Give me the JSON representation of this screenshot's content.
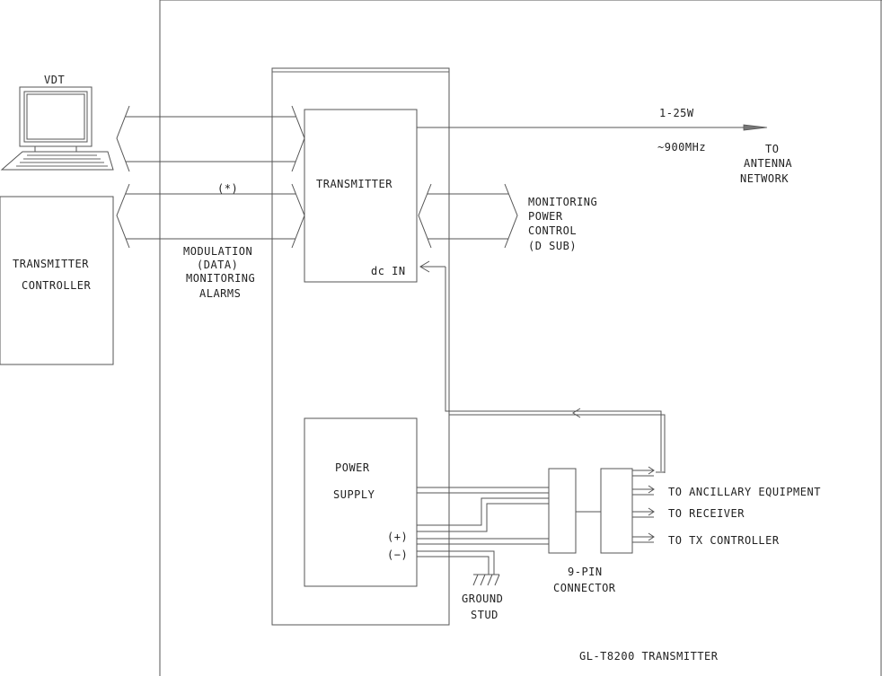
{
  "labels": {
    "vdt": "VDT",
    "transmitter_controller_line1": "TRANSMITTER",
    "transmitter_controller_line2": "CONTROLLER",
    "transmitter": "TRANSMITTER",
    "power_supply_line1": "POWER",
    "power_supply_line2": "SUPPLY",
    "dc_in": "dc IN",
    "plus": "(+)",
    "minus": "(−)",
    "star": "(*)",
    "modulation": "MODULATION",
    "data": "(DATA)",
    "monitoring": "MONITORING",
    "alarms": "ALARMS",
    "power_output": "1-25W",
    "frequency": "~900MHz",
    "to_antenna_line1": "TO",
    "to_antenna_line2": "ANTENNA",
    "to_antenna_line3": "NETWORK",
    "monitoring_right_line1": "MONITORING",
    "monitoring_right_line2": "POWER",
    "monitoring_right_line3": "CONTROL",
    "monitoring_right_line4": "(D SUB)",
    "to_ancillary": "TO ANCILLARY EQUIPMENT",
    "to_receiver": "TO RECEIVER",
    "to_tx_controller": "TO TX CONTROLLER",
    "ground_line1": "GROUND",
    "ground_line2": "STUD",
    "connector_line1": "9-PIN",
    "connector_line2": "CONNECTOR",
    "caption": "GL-T8200 TRANSMITTER"
  }
}
